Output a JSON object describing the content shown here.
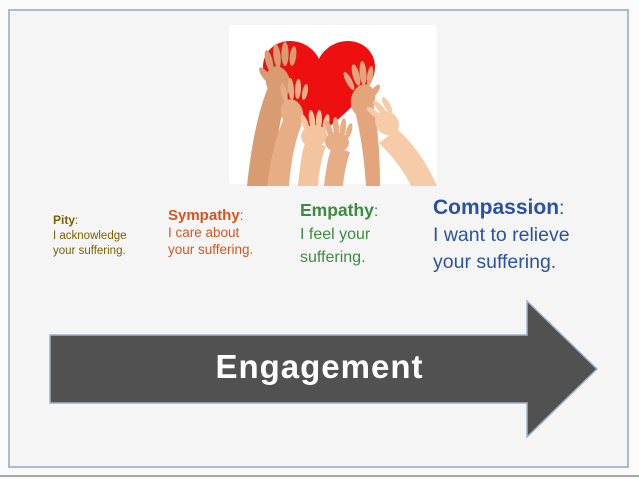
{
  "slide": {
    "background": "#F5F5F6",
    "outer_background": "#FAFAFB",
    "border_color": "#A8BCD1"
  },
  "image": {
    "name": "hands-holding-red-heart",
    "background": "#FFFFFF",
    "heart_color": "#EE1010",
    "skin_tones": [
      "#D89B72",
      "#E7AD84",
      "#F3C49E",
      "#E3A67C",
      "#F5CBA8"
    ]
  },
  "levels": [
    {
      "term": "Pity",
      "colon": ":",
      "line1": "I acknowledge",
      "line2": "your suffering.",
      "color": "#7F6000"
    },
    {
      "term": "Sympathy",
      "colon": ":",
      "line1": "I care about",
      "line2": "your suffering.",
      "color": "#D6551E"
    },
    {
      "term": "Empathy",
      "colon": ":",
      "line1": "I feel your",
      "line2": "suffering.",
      "color": "#3B8C3E"
    },
    {
      "term": "Compassion",
      "colon": ":",
      "line1": "I want to relieve",
      "line2": "your suffering.",
      "color": "#2A52A2"
    }
  ],
  "arrow": {
    "label": "Engagement",
    "fill": "#515151",
    "outline": "#9FB4CB",
    "label_color": "#FFFFFF"
  }
}
